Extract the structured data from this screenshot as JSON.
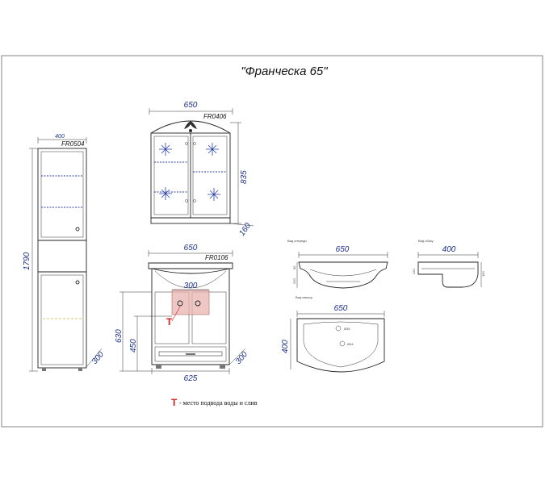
{
  "title": "\"Франческа 65\"",
  "mirror_cabinet": {
    "code": "FR0406",
    "width": "650",
    "height": "835",
    "depth": "160"
  },
  "column": {
    "code": "FR0504",
    "width": "400",
    "height": "1790",
    "depth": "300"
  },
  "vanity": {
    "code": "FR0106",
    "top_width": "650",
    "base_width": "625",
    "height_630": "630",
    "height_450": "450",
    "depth": "300",
    "connection_width": "300"
  },
  "basin_side": {
    "label": "Вид спереди",
    "width": "650",
    "height_a": "220",
    "height_b": "80"
  },
  "basin_profile": {
    "label": "Вид сбоку",
    "width": "400",
    "height_a": "120",
    "height_b": "150"
  },
  "basin_top": {
    "label": "Вид сверху",
    "width": "650",
    "depth": "400",
    "hole_a": "Ø35",
    "hole_b": "Ø44"
  },
  "legend": {
    "symbol": "T",
    "text": "- место подвода воды и слив"
  },
  "colors": {
    "dimension": "#1c2f8a",
    "glass_pattern": "#2b3fa8",
    "connection_zone": "#e8b4b0",
    "water_mark": "#d42020"
  }
}
